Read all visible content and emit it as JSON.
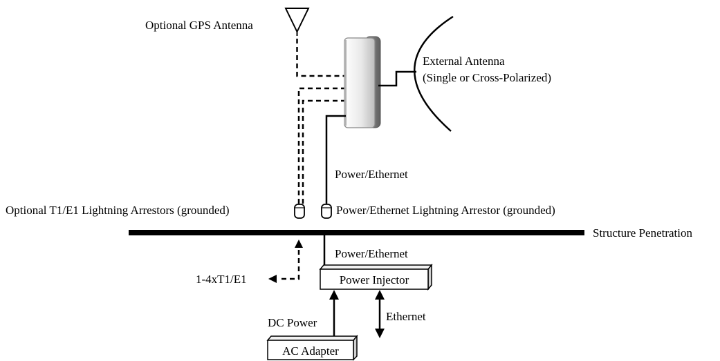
{
  "labels": {
    "gps_antenna": "Optional GPS Antenna",
    "external_antenna_line1": "External Antenna",
    "external_antenna_line2": "(Single or Cross-Polarized)",
    "power_ethernet_upper": "Power/Ethernet",
    "t1e1_arrestors": "Optional T1/E1 Lightning Arrestors (grounded)",
    "pe_arrestor": "Power/Ethernet Lightning Arrestor (grounded)",
    "structure_penetration": "Structure Penetration",
    "power_ethernet_lower": "Power/Ethernet",
    "t1e1_ports": "1-4xT1/E1",
    "power_injector": "Power Injector",
    "dc_power": "DC Power",
    "ethernet": "Ethernet",
    "ac_adapter": "AC Adapter"
  },
  "colors": {
    "line": "#000000",
    "radio_body": "#e6e6e6",
    "radio_side": "#7a7a7a",
    "box_side": "#cfcfcf"
  },
  "icons": {
    "gps": "antenna-triangle-icon",
    "radio": "radio-unit-icon",
    "arrestor": "lightning-arrestor-icon"
  }
}
